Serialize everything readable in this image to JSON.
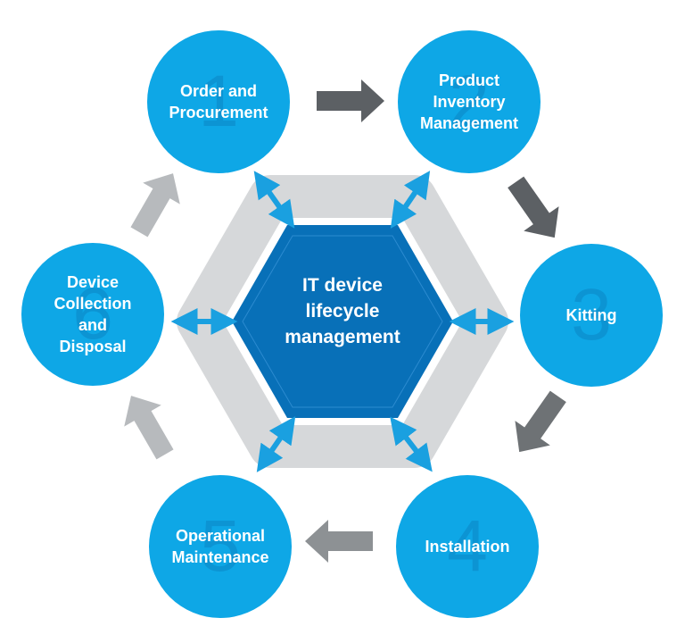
{
  "center": {
    "title": "IT device\nlifecycle\nmanagement"
  },
  "steps": [
    {
      "number": "1",
      "label": "Order and\nProcurement"
    },
    {
      "number": "2",
      "label": "Product\nInventory\nManagement"
    },
    {
      "number": "3",
      "label": "Kitting"
    },
    {
      "number": "4",
      "label": "Installation"
    },
    {
      "number": "5",
      "label": "Operational\nMaintenance"
    },
    {
      "number": "6",
      "label": "Device\nCollection\nand\nDisposal"
    }
  ],
  "colors": {
    "node": "#0ea7e6",
    "center_hex": "#0870b8",
    "ring": "#d6d8da",
    "arrow_dark": "#5c6064",
    "arrow_light": "#b7babd",
    "connector": "#1aa0e0"
  }
}
